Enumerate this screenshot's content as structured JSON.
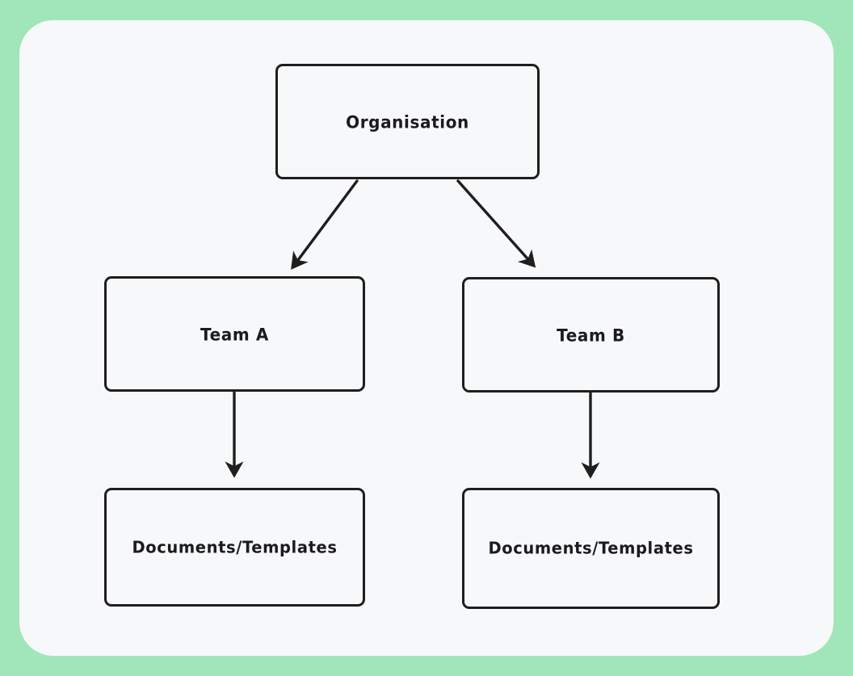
{
  "canvas": {
    "background_color": "#a0e6b8",
    "surface_color": "#f7f8fa",
    "stroke_color": "#1e1e1e"
  },
  "diagram": {
    "type": "org-hierarchy-flowchart",
    "title": "",
    "nodes": [
      {
        "id": "organisation",
        "label": "Organisation",
        "level": 0
      },
      {
        "id": "team-a",
        "label": "Team A",
        "level": 1
      },
      {
        "id": "team-b",
        "label": "Team B",
        "level": 1
      },
      {
        "id": "docs-a",
        "label": "Documents/Templates",
        "level": 2
      },
      {
        "id": "docs-b",
        "label": "Documents/Templates",
        "level": 2
      }
    ],
    "edges": [
      {
        "id": "edge-org-team-a",
        "from": "organisation",
        "to": "team-a",
        "style": "arrow",
        "direction": "diagonal-left"
      },
      {
        "id": "edge-org-team-b",
        "from": "organisation",
        "to": "team-b",
        "style": "arrow",
        "direction": "diagonal-right"
      },
      {
        "id": "edge-team-a-docs-a",
        "from": "team-a",
        "to": "docs-a",
        "style": "arrow",
        "direction": "vertical"
      },
      {
        "id": "edge-team-b-docs-b",
        "from": "team-b",
        "to": "docs-b",
        "style": "arrow",
        "direction": "vertical"
      }
    ]
  }
}
